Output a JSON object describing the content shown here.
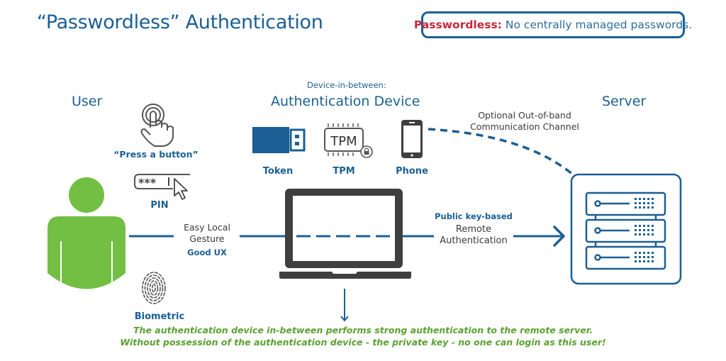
{
  "title": "“Passwordless” Authentication",
  "note": {
    "key": "Passwordless:",
    "text": "No centrally managed passwords."
  },
  "columns": {
    "user": "User",
    "device_subtitle": "Device-in-between:",
    "device": "Authentication Device",
    "server": "Server"
  },
  "gestures": [
    {
      "icon": "hand-press-icon",
      "label": "“Press a button”"
    },
    {
      "icon": "pin-entry-icon",
      "label": "PIN"
    },
    {
      "icon": "fingerprint-icon",
      "label": "Biometric"
    }
  ],
  "devices": [
    {
      "icon": "usb-token-icon",
      "label": "Token"
    },
    {
      "icon": "tpm-chip-icon",
      "label": "TPM",
      "chip_text": "TPM"
    },
    {
      "icon": "phone-icon",
      "label": "Phone"
    }
  ],
  "pin_mask": "***",
  "local_link": {
    "line1": "Easy Local",
    "line2": "Gesture",
    "sub": "Good UX"
  },
  "remote_link": {
    "sub": "Public key-based",
    "line1": "Remote",
    "line2": "Authentication"
  },
  "oob_link": {
    "line1": "Optional Out-of-band",
    "line2": "Communication Channel"
  },
  "footer": {
    "line1": "The authentication device in-between performs strong authentication to the remote server.",
    "line2": "Without possession of the authentication device - the private key - no one can login as this user!"
  },
  "colors": {
    "primary": "#1b5f94",
    "user": "#72bf44",
    "accent_red": "#c62a3a",
    "footer_green": "#5aa132",
    "icon_dark": "#3f3f3f"
  }
}
